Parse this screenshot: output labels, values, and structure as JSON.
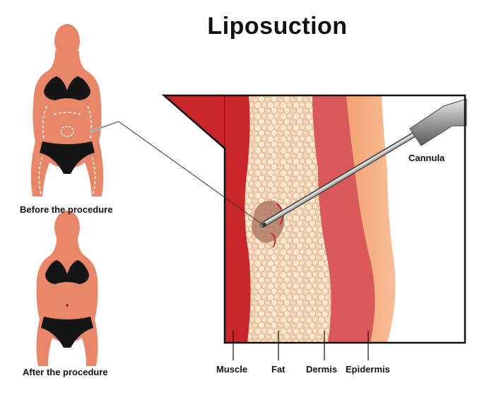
{
  "title": "Liposuction",
  "figures": {
    "before_caption": "Before the procedure",
    "after_caption": "After the procedure"
  },
  "cross_section": {
    "instrument_label": "Cannula",
    "layers": [
      {
        "name": "Muscle",
        "color": "#c8262a"
      },
      {
        "name": "Fat",
        "color": "#f3c9a6"
      },
      {
        "name": "Dermis",
        "color": "#d9585a"
      },
      {
        "name": "Epidermis",
        "color": "#f7b88a"
      }
    ]
  },
  "colors": {
    "skin": "#e8866a",
    "underwear": "#151515",
    "muscle": "#c8262a",
    "frame": "#111111"
  }
}
